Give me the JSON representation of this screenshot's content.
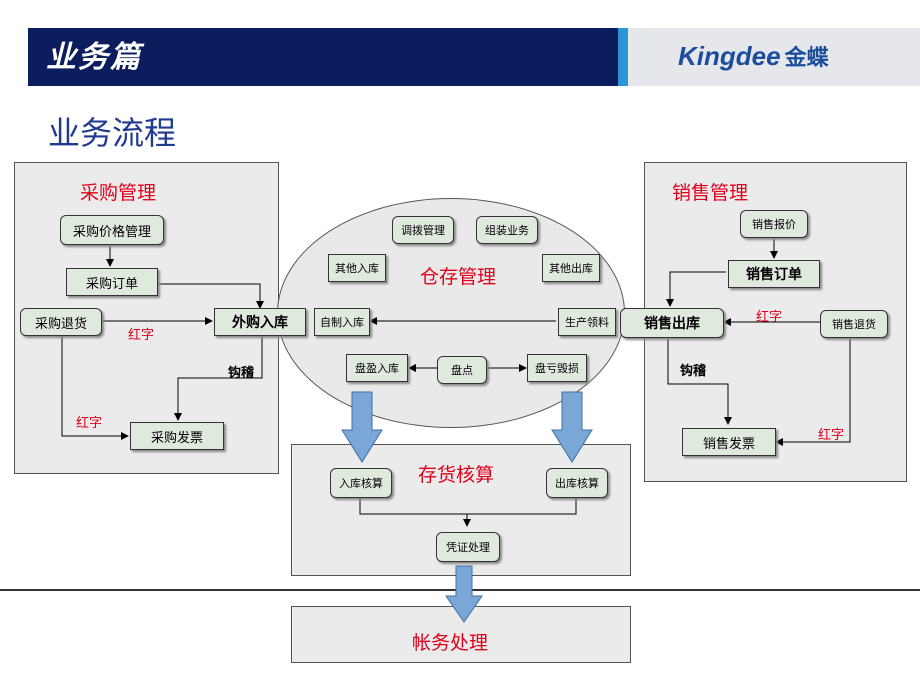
{
  "header": {
    "section_title": "业务篇",
    "logo_text": "Kingdee",
    "logo_cn": "金蝶",
    "bar_color": "#0b1d5c",
    "accent_color": "#2b93d6"
  },
  "page_title": "业务流程",
  "procurement": {
    "title": "采购管理",
    "price_mgmt": "采购价格管理",
    "order": "采购订单",
    "return": "采购退货",
    "invoice": "采购发票",
    "red_label_1": "红字",
    "red_label_2": "红字",
    "hook_label": "钩稽"
  },
  "warehouse": {
    "title": "仓存管理",
    "transfer": "调拨管理",
    "assembly": "组装业务",
    "other_in": "其他入库",
    "other_out": "其他出库",
    "purchase_in": "外购入库",
    "self_made_in": "自制入库",
    "production_pick": "生产领料",
    "surplus_in": "盘盈入库",
    "stocktake": "盘点",
    "loss_damage": "盘亏毁损"
  },
  "sales": {
    "title": "销售管理",
    "quote": "销售报价",
    "order": "销售订单",
    "out": "销售出库",
    "return": "销售退货",
    "invoice": "销售发票",
    "red_label_1": "红字",
    "red_label_2": "红字",
    "hook_label": "钩稽"
  },
  "inventory_accounting": {
    "title": "存货核算",
    "in_accounting": "入库核算",
    "out_accounting": "出库核算",
    "voucher": "凭证处理"
  },
  "ledger": {
    "title": "帐务处理"
  },
  "colors": {
    "title_red": "#e0001b",
    "node_fill": "#dfe9dd",
    "panel_fill": "#ebebeb",
    "flow_arrow": "#7aa7d6"
  }
}
